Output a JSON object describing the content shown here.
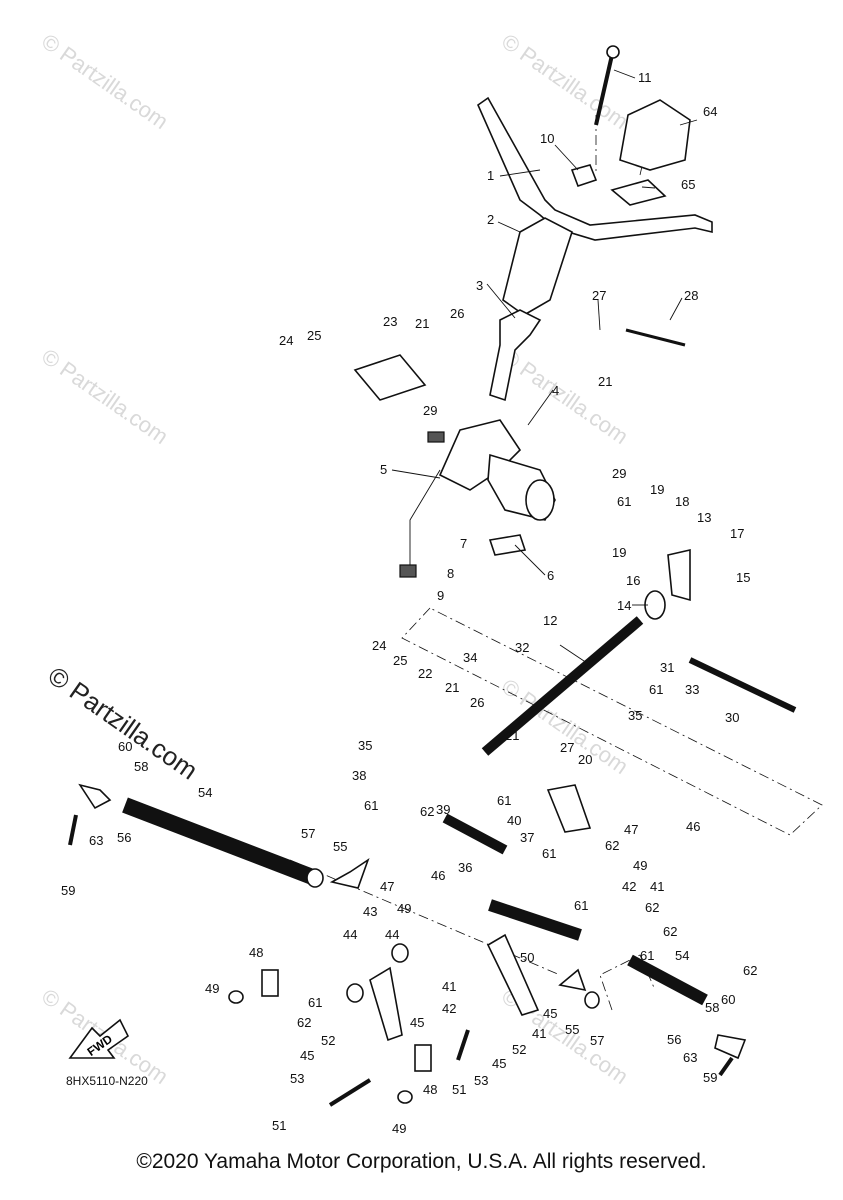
{
  "diagram": {
    "reference_code": "8HX5110-N220",
    "copyright": "©2020 Yamaha Motor Corporation, U.S.A. All rights reserved.",
    "watermark": "© Partzilla.com",
    "direction_label": "FWD",
    "callouts": [
      "1",
      "2",
      "3",
      "4",
      "5",
      "6",
      "7",
      "8",
      "9",
      "10",
      "11",
      "12",
      "13",
      "14",
      "15",
      "16",
      "17",
      "18",
      "19",
      "20",
      "21",
      "22",
      "23",
      "24",
      "25",
      "26",
      "27",
      "28",
      "29",
      "30",
      "31",
      "32",
      "33",
      "34",
      "35",
      "36",
      "37",
      "38",
      "39",
      "40",
      "41",
      "42",
      "43",
      "44",
      "45",
      "46",
      "47",
      "48",
      "49",
      "50",
      "51",
      "52",
      "53",
      "54",
      "55",
      "56",
      "57",
      "58",
      "59",
      "60",
      "61",
      "62",
      "63",
      "64",
      "65"
    ]
  }
}
